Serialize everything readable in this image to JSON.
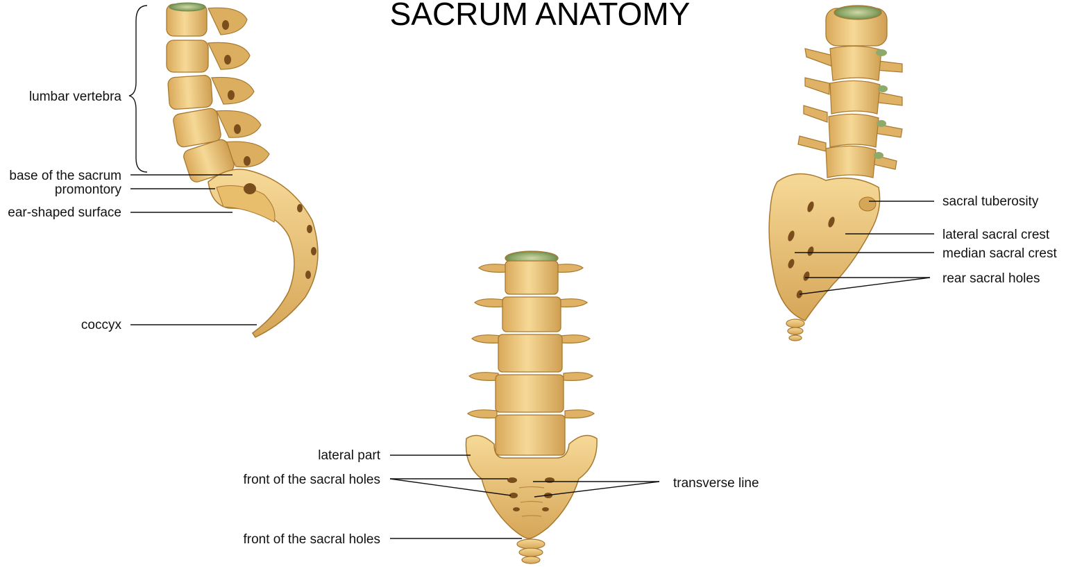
{
  "title": "SACRUM ANATOMY",
  "colors": {
    "bone": "#e7be6e",
    "bone_light": "#f7dfa6",
    "bone_dark": "#b88a3c",
    "cartilage": "#7f9c60",
    "text": "#111111"
  },
  "side_view": {
    "labels": {
      "lumbar_vertebra": "lumbar vertebra",
      "base_of_sacrum": "base of the sacrum",
      "promontory": "promontory",
      "ear_shaped_surface": "ear-shaped surface",
      "coccyx": "coccyx"
    }
  },
  "front_view": {
    "labels": {
      "lateral_part": "lateral part",
      "front_sacral_holes_1": "front of the sacral holes",
      "transverse_line": "transverse line",
      "front_sacral_holes_2": "front of the sacral holes"
    }
  },
  "rear_view": {
    "labels": {
      "sacral_tuberosity": "sacral tuberosity",
      "lateral_sacral_crest": "lateral sacral crest",
      "median_sacral_crest": "median sacral crest",
      "rear_sacral_holes": "rear sacral holes"
    }
  }
}
